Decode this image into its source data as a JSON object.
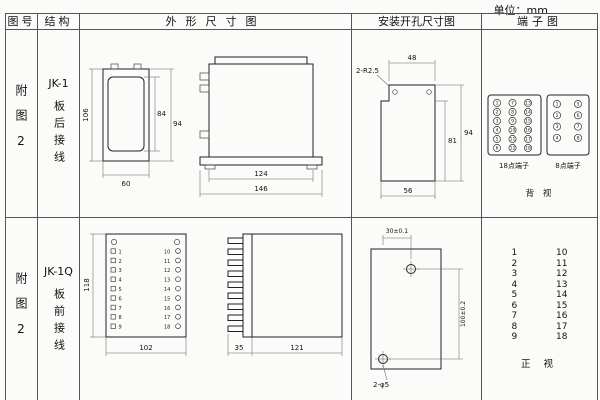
{
  "unit_label": "单位：mm",
  "headers": {
    "fig_no": "图号",
    "structure": "结构",
    "outline": "外形尺寸图",
    "mounting": "安装开孔尺寸图",
    "terminal": "端子图"
  },
  "row1": {
    "fig_no": "附图2",
    "model": "JK-1",
    "wiring": "板后接线",
    "outline": {
      "front_height": "106",
      "inner_height": "84",
      "right_height": "94",
      "front_width": "60",
      "body_width": "124",
      "total_width": "146"
    },
    "mounting": {
      "corner_note": "2-R2.5",
      "top_width": "48",
      "inner_height": "81",
      "total_height": "94",
      "bottom_width": "56"
    },
    "terminal": {
      "left_numbers": [
        "1",
        "2",
        "3",
        "4",
        "5",
        "6",
        "7",
        "8",
        "9",
        "10",
        "11",
        "12",
        "13",
        "14",
        "15",
        "16",
        "17",
        "18"
      ],
      "right_numbers": [
        "1",
        "2",
        "3",
        "4",
        "5",
        "6",
        "7",
        "8"
      ],
      "left_label": "18点端子",
      "right_label": "8点端子",
      "view_label": "背 视"
    }
  },
  "row2": {
    "fig_no": "附图2",
    "model": "JK-1Q",
    "wiring": "板前接线",
    "outline": {
      "height": "118",
      "width": "102",
      "terminal_depth": "35",
      "body_depth": "121",
      "left_terminals": [
        "1",
        "2",
        "3",
        "4",
        "5",
        "6",
        "7",
        "8",
        "9"
      ],
      "right_terminals": [
        "10",
        "11",
        "12",
        "13",
        "14",
        "15",
        "16",
        "17",
        "18"
      ]
    },
    "mounting": {
      "top_dim": "30±0.1",
      "side_dim": "100±0.2",
      "hole_note": "2-φ5"
    },
    "terminal": {
      "pairs": [
        [
          "1",
          "10"
        ],
        [
          "2",
          "11"
        ],
        [
          "3",
          "12"
        ],
        [
          "4",
          "13"
        ],
        [
          "5",
          "14"
        ],
        [
          "6",
          "15"
        ],
        [
          "7",
          "16"
        ],
        [
          "8",
          "17"
        ],
        [
          "9",
          "18"
        ]
      ],
      "view_label": "正 视"
    }
  }
}
